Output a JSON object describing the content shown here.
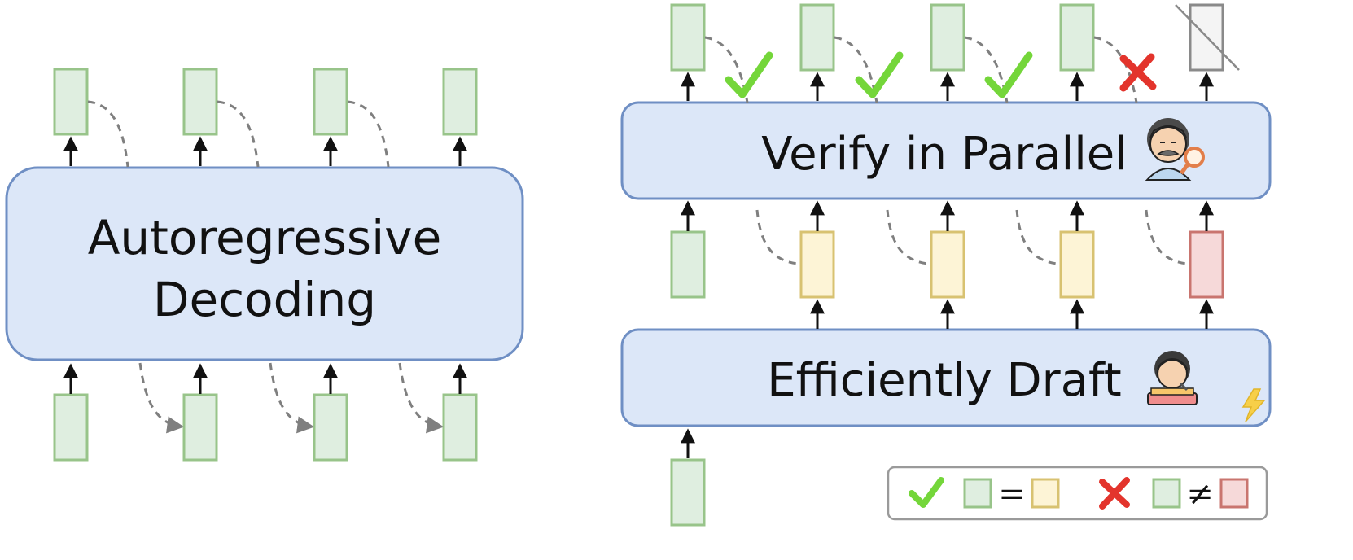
{
  "left_panel": {
    "box_line1": "Autoregressive",
    "box_line2": "Decoding"
  },
  "right_panel": {
    "verify_label": "Verify in Parallel",
    "draft_label": "Efficiently Draft",
    "verify_marks": [
      "check",
      "check",
      "check",
      "cross"
    ]
  },
  "legend": {
    "equal_symbol": "=",
    "not_equal_symbol": "≠"
  },
  "colors": {
    "box_fill": "#dce7f8",
    "box_stroke": "#6f8fc4",
    "token_green_fill": "#dfeee0",
    "token_green_stroke": "#98c48a",
    "token_yellow_fill": "#fdf4d6",
    "token_yellow_stroke": "#d8c271",
    "token_red_fill": "#f6d9d9",
    "token_red_stroke": "#c9756f",
    "check": "#74d63a",
    "cross": "#e3342c",
    "dashed": "#7f7f7f",
    "rejected_fill": "#f4f4f4",
    "rejected_stroke": "#8a8a8a"
  },
  "icons": [
    "verifier-person-icon",
    "drafter-person-icon",
    "lightning-icon",
    "check-icon",
    "cross-icon"
  ]
}
